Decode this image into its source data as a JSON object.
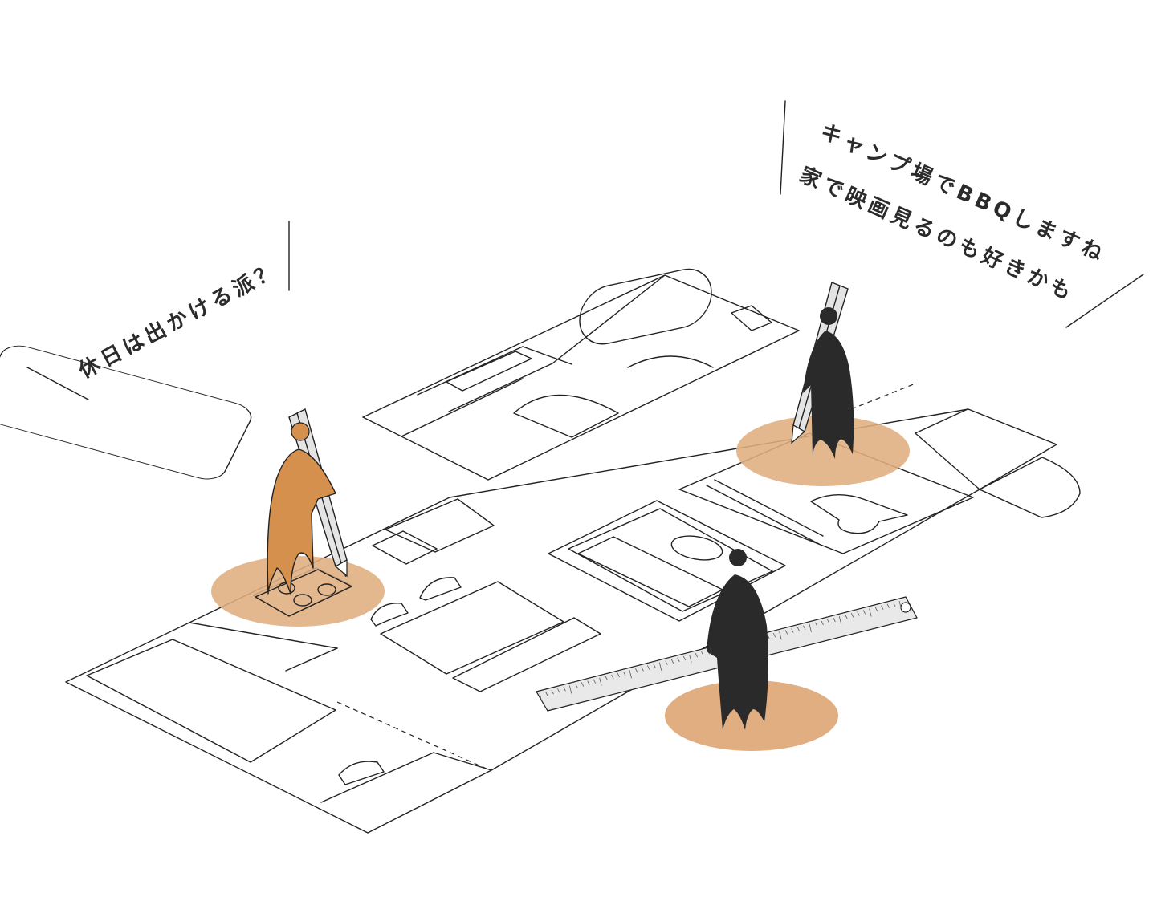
{
  "bubbles": {
    "left": {
      "text": "休日は出かける派？"
    },
    "right": {
      "line1": "キャンプ場でBBQしますね",
      "line2": "家で映画見るのも好きかも"
    }
  },
  "colors": {
    "spot": "#e0ae80",
    "figure_orange": "#d4904c",
    "figure_dark": "#2a2a2a",
    "line": "#222222",
    "background": "#ffffff"
  },
  "figures": [
    {
      "name": "orange-figure",
      "color": "orange",
      "holds": "pencil"
    },
    {
      "name": "dark-figure-right",
      "color": "dark",
      "holds": "pencil"
    },
    {
      "name": "dark-figure-front",
      "color": "dark",
      "holds": "none"
    }
  ],
  "objects": [
    "pencil",
    "pencil",
    "ruler"
  ]
}
